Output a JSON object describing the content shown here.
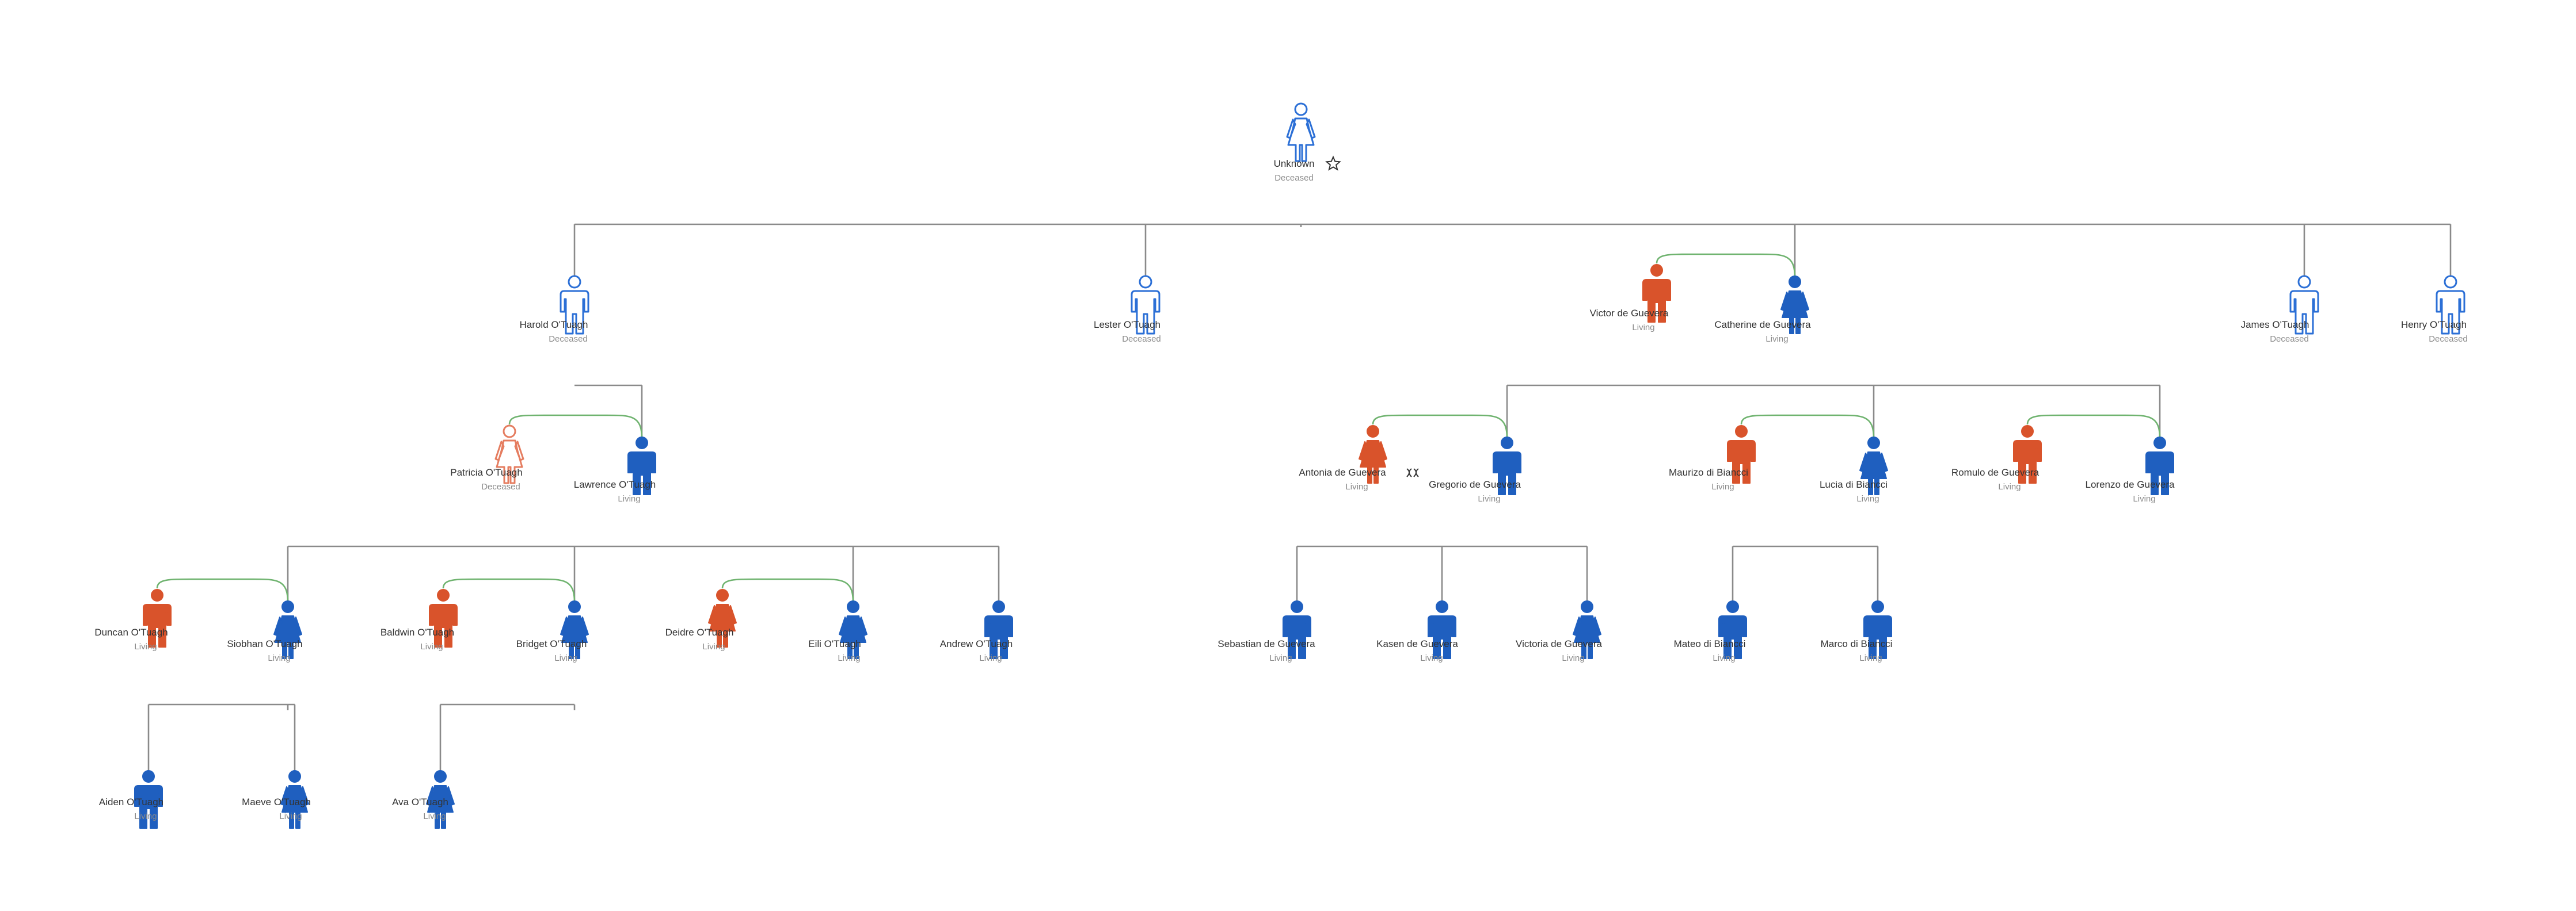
{
  "colors": {
    "male_living": "#1f5fbf",
    "female_living": "#1f5fbf",
    "spouse_living": "#d9532b",
    "deceased_blue_outline": "#2b6fd6",
    "deceased_orange_outline": "#e57d60",
    "connector": "#8a8a8a",
    "marriage": "#6fb36f"
  },
  "icons": {
    "favorite": "star-icon",
    "badge": "dna-icon"
  },
  "people": [
    {
      "id": "unknown",
      "name": "Unknown",
      "status": "Deceased",
      "gender": "female",
      "style": "outline-blue",
      "favorite": true
    },
    {
      "id": "harold",
      "name": "Harold O'Tuagh",
      "status": "Deceased",
      "gender": "male",
      "style": "outline-blue"
    },
    {
      "id": "lester",
      "name": "Lester O'Tuagh",
      "status": "Deceased",
      "gender": "male",
      "style": "outline-blue"
    },
    {
      "id": "victor",
      "name": "Victor de Guevera",
      "status": "Living",
      "gender": "male",
      "style": "filled-orange"
    },
    {
      "id": "catherine",
      "name": "Catherine de Guevera",
      "status": "Living",
      "gender": "female",
      "style": "filled-blue"
    },
    {
      "id": "james",
      "name": "James O'Tuagh",
      "status": "Deceased",
      "gender": "male",
      "style": "outline-blue"
    },
    {
      "id": "henry",
      "name": "Henry O'Tuagh",
      "status": "Deceased",
      "gender": "male",
      "style": "outline-blue"
    },
    {
      "id": "patricia",
      "name": "Patricia O'Tuagh",
      "status": "Deceased",
      "gender": "female",
      "style": "outline-orange"
    },
    {
      "id": "lawrence",
      "name": "Lawrence O'Tuagh",
      "status": "Living",
      "gender": "male",
      "style": "filled-blue"
    },
    {
      "id": "antonia",
      "name": "Antonia de Guevera",
      "status": "Living",
      "gender": "female",
      "style": "filled-orange",
      "badge": true
    },
    {
      "id": "gregorio",
      "name": "Gregorio de Guevera",
      "status": "Living",
      "gender": "male",
      "style": "filled-blue"
    },
    {
      "id": "maurizo",
      "name": "Maurizo di Biancci",
      "status": "Living",
      "gender": "male",
      "style": "filled-orange"
    },
    {
      "id": "lucia",
      "name": "Lucia di Biancci",
      "status": "Living",
      "gender": "female",
      "style": "filled-blue"
    },
    {
      "id": "romulo",
      "name": "Romulo de Guevera",
      "status": "Living",
      "gender": "male",
      "style": "filled-orange"
    },
    {
      "id": "lorenzo",
      "name": "Lorenzo de Guevera",
      "status": "Living",
      "gender": "male",
      "style": "filled-blue"
    },
    {
      "id": "duncan",
      "name": "Duncan O'Tuagh",
      "status": "Living",
      "gender": "male",
      "style": "filled-orange"
    },
    {
      "id": "siobhan",
      "name": "Siobhan O'Tuagh",
      "status": "Living",
      "gender": "female",
      "style": "filled-blue"
    },
    {
      "id": "baldwin",
      "name": "Baldwin O'Tuagh",
      "status": "Living",
      "gender": "male",
      "style": "filled-orange"
    },
    {
      "id": "bridget",
      "name": "Bridget O'Tuagh",
      "status": "Living",
      "gender": "female",
      "style": "filled-blue"
    },
    {
      "id": "deidre",
      "name": "Deidre O'Tuagh",
      "status": "Living",
      "gender": "female",
      "style": "filled-orange"
    },
    {
      "id": "eili",
      "name": "Eili O'Tuagh",
      "status": "Living",
      "gender": "female",
      "style": "filled-blue"
    },
    {
      "id": "andrew",
      "name": "Andrew O'Tuagh",
      "status": "Living",
      "gender": "male",
      "style": "filled-blue"
    },
    {
      "id": "sebastian",
      "name": "Sebastian de Guevera",
      "status": "Living",
      "gender": "male",
      "style": "filled-blue"
    },
    {
      "id": "kasen",
      "name": "Kasen de Guevera",
      "status": "Living",
      "gender": "male",
      "style": "filled-blue"
    },
    {
      "id": "victoria",
      "name": "Victoria de Guevera",
      "status": "Living",
      "gender": "female",
      "style": "filled-blue"
    },
    {
      "id": "mateo",
      "name": "Mateo di Biancci",
      "status": "Living",
      "gender": "male",
      "style": "filled-blue"
    },
    {
      "id": "marco",
      "name": "Marco di Biancci",
      "status": "Living",
      "gender": "male",
      "style": "filled-blue"
    },
    {
      "id": "aiden",
      "name": "Aiden O'Tuagh",
      "status": "Living",
      "gender": "male",
      "style": "filled-blue"
    },
    {
      "id": "maeve",
      "name": "Maeve O'Tuagh",
      "status": "Living",
      "gender": "female",
      "style": "filled-blue"
    },
    {
      "id": "ava",
      "name": "Ava O'Tuagh",
      "status": "Living",
      "gender": "female",
      "style": "filled-blue"
    }
  ],
  "marriages": [
    [
      "victor",
      "catherine"
    ],
    [
      "patricia",
      "lawrence"
    ],
    [
      "antonia",
      "gregorio"
    ],
    [
      "maurizo",
      "lucia"
    ],
    [
      "romulo",
      "lorenzo"
    ],
    [
      "duncan",
      "siobhan"
    ],
    [
      "baldwin",
      "bridget"
    ],
    [
      "deidre",
      "eili"
    ]
  ],
  "families": [
    {
      "parent": "unknown",
      "children": [
        "harold",
        "lester",
        "catherine",
        "james",
        "henry"
      ]
    },
    {
      "parent": "harold",
      "children": [
        "lawrence"
      ]
    },
    {
      "parent": "catherine",
      "children": [
        "gregorio",
        "lucia",
        "lorenzo"
      ]
    },
    {
      "parent": "lawrence",
      "children": [
        "siobhan",
        "bridget",
        "eili",
        "andrew"
      ]
    },
    {
      "parent": "gregorio",
      "children": [
        "sebastian",
        "kasen",
        "victoria"
      ]
    },
    {
      "parent": "lucia",
      "children": [
        "mateo",
        "marco"
      ]
    },
    {
      "parent": "siobhan",
      "children": [
        "aiden",
        "maeve"
      ]
    },
    {
      "parent": "bridget",
      "children": [
        "ava"
      ]
    }
  ]
}
